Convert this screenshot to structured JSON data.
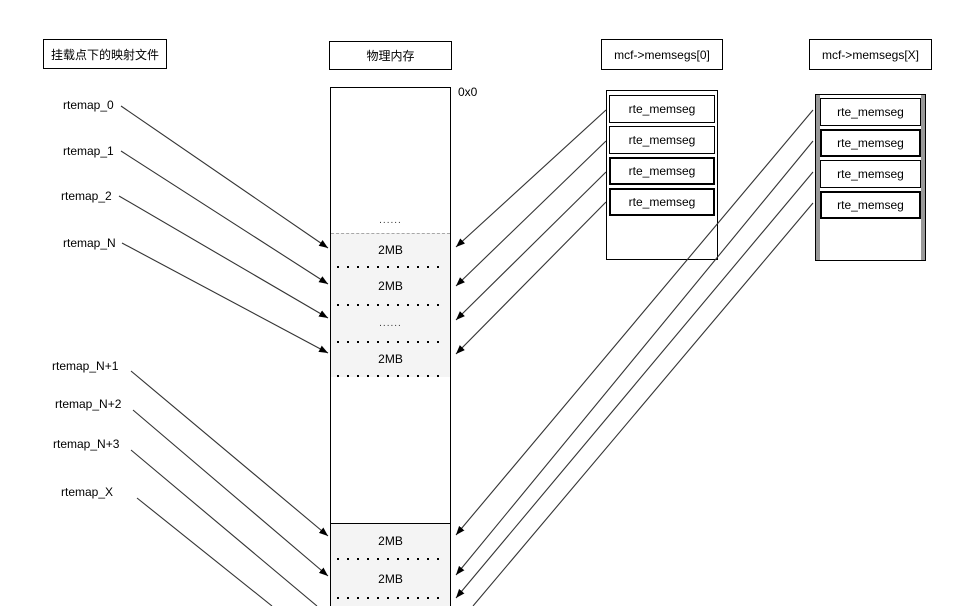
{
  "titles": {
    "mount_files": "挂载点下的映射文件",
    "physical_memory": "物理内存",
    "memsegs0": "mcf->memsegs[0]",
    "memsegsX": "mcf->memsegs[X]"
  },
  "memory": {
    "address_top": "0x0",
    "ellipsis_above": "......",
    "region1_rows": [
      "2MB",
      "2MB",
      "......",
      "2MB"
    ],
    "region2_rows": [
      "2MB",
      "2MB"
    ]
  },
  "rtemap_labels": [
    "rtemap_0",
    "rtemap_1",
    "rtemap_2",
    "rtemap_N",
    "rtemap_N+1",
    "rtemap_N+2",
    "rtemap_N+3",
    "rtemap_X"
  ],
  "memsegs0_rows": [
    "rte_memseg",
    "rte_memseg",
    "rte_memseg",
    "rte_memseg"
  ],
  "memsegsX_rows": [
    "rte_memseg",
    "rte_memseg",
    "rte_memseg",
    "rte_memseg"
  ],
  "colors": {
    "region_fill": "#f4f4f4",
    "line": "#333333",
    "border": "#000000",
    "shadow_gray": "#999999"
  }
}
